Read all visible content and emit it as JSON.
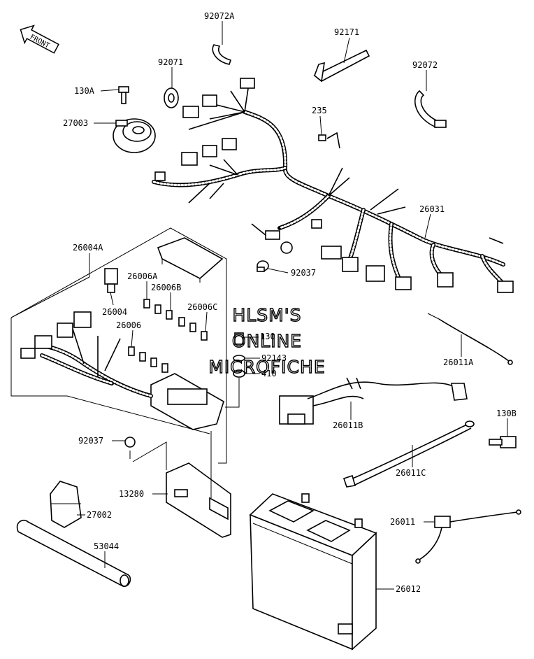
{
  "front_arrow": {
    "text": "FRONT"
  },
  "watermark": {
    "lines": [
      "HLSM'S",
      "ONLINE",
      "MICROFICHE"
    ]
  },
  "labels": [
    {
      "id": "92072A",
      "text": "92072A"
    },
    {
      "id": "92171",
      "text": "92171"
    },
    {
      "id": "92071",
      "text": "92071"
    },
    {
      "id": "92072",
      "text": "92072"
    },
    {
      "id": "130A",
      "text": "130A"
    },
    {
      "id": "27003",
      "text": "27003"
    },
    {
      "id": "235",
      "text": "235"
    },
    {
      "id": "26031",
      "text": "26031"
    },
    {
      "id": "26004A",
      "text": "26004A"
    },
    {
      "id": "92037a",
      "text": "92037"
    },
    {
      "id": "26006A",
      "text": "26006A"
    },
    {
      "id": "26006B",
      "text": "26006B"
    },
    {
      "id": "26004",
      "text": "26004"
    },
    {
      "id": "26006C",
      "text": "26006C"
    },
    {
      "id": "26006",
      "text": "26006"
    },
    {
      "id": "130",
      "text": "130"
    },
    {
      "id": "92143",
      "text": "92143"
    },
    {
      "id": "410",
      "text": "410"
    },
    {
      "id": "26011A",
      "text": "26011A"
    },
    {
      "id": "26011B",
      "text": "26011B"
    },
    {
      "id": "130B",
      "text": "130B"
    },
    {
      "id": "92037b",
      "text": "92037"
    },
    {
      "id": "26011C",
      "text": "26011C"
    },
    {
      "id": "13280",
      "text": "13280"
    },
    {
      "id": "27002",
      "text": "27002"
    },
    {
      "id": "26011",
      "text": "26011"
    },
    {
      "id": "53044",
      "text": "53044"
    },
    {
      "id": "26012",
      "text": "26012"
    }
  ]
}
